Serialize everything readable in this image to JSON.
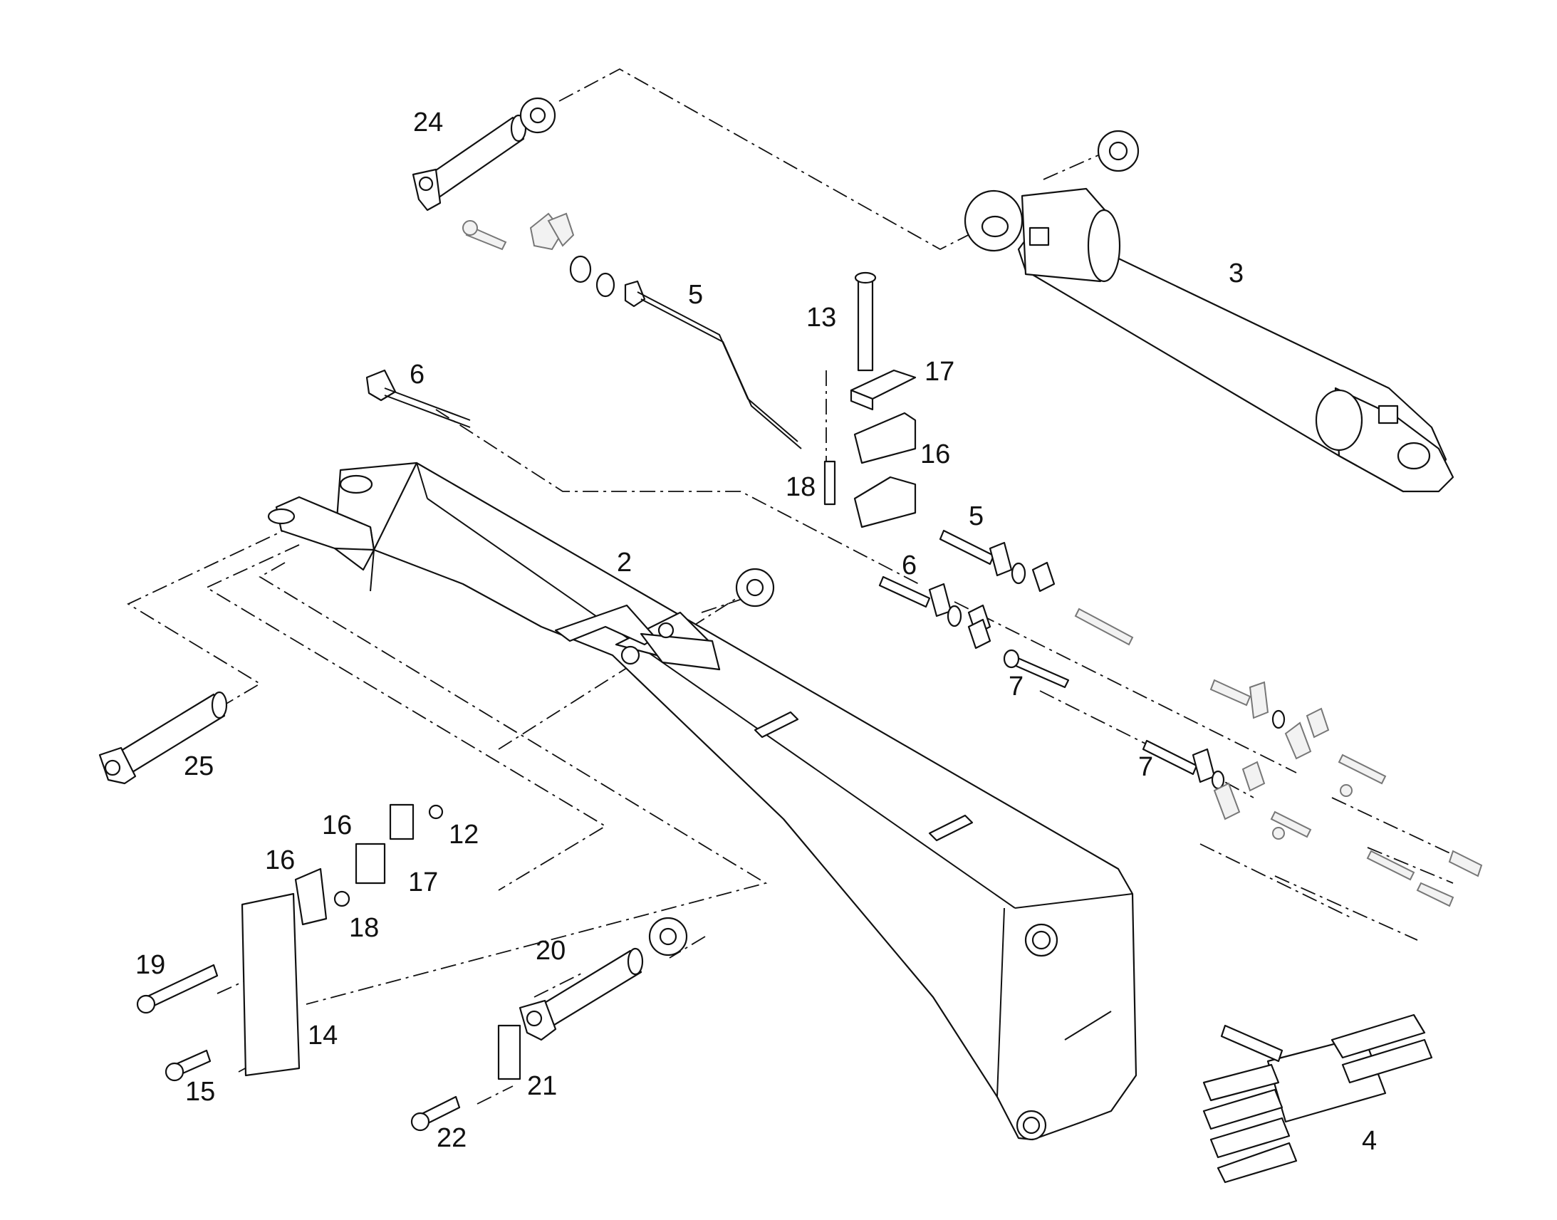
{
  "callouts": [
    {
      "id": "c24",
      "text": "24"
    },
    {
      "id": "c3",
      "text": "3"
    },
    {
      "id": "c5a",
      "text": "5"
    },
    {
      "id": "c13",
      "text": "13"
    },
    {
      "id": "c17a",
      "text": "17"
    },
    {
      "id": "c6a",
      "text": "6"
    },
    {
      "id": "c16a",
      "text": "16"
    },
    {
      "id": "c18a",
      "text": "18"
    },
    {
      "id": "c5b",
      "text": "5"
    },
    {
      "id": "c2",
      "text": "2"
    },
    {
      "id": "c6b",
      "text": "6"
    },
    {
      "id": "c7a",
      "text": "7"
    },
    {
      "id": "c7b",
      "text": "7"
    },
    {
      "id": "c25",
      "text": "25"
    },
    {
      "id": "c16b",
      "text": "16"
    },
    {
      "id": "c12",
      "text": "12"
    },
    {
      "id": "c16c",
      "text": "16"
    },
    {
      "id": "c17b",
      "text": "17"
    },
    {
      "id": "c18b",
      "text": "18"
    },
    {
      "id": "c19",
      "text": "19"
    },
    {
      "id": "c20",
      "text": "20"
    },
    {
      "id": "c14",
      "text": "14"
    },
    {
      "id": "c15",
      "text": "15"
    },
    {
      "id": "c21",
      "text": "21"
    },
    {
      "id": "c22",
      "text": "22"
    },
    {
      "id": "c4",
      "text": "4"
    }
  ],
  "colors": {
    "line": "#111111",
    "background": "#ffffff",
    "ghost_parts": "#888888"
  }
}
